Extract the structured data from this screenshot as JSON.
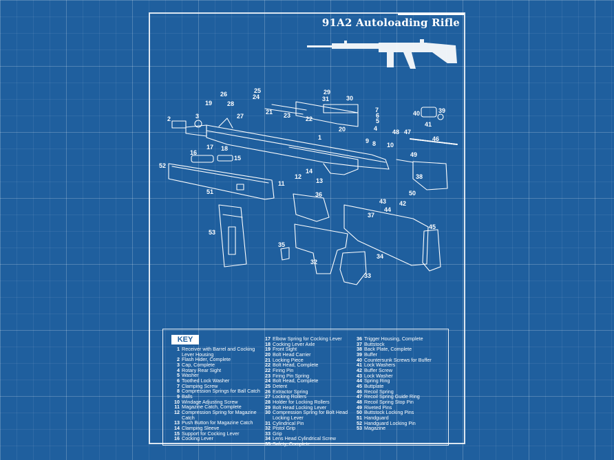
{
  "title": "91A2 Autoloading Rifle",
  "key_heading": "KEY",
  "part_labels": [
    "1",
    "2",
    "3",
    "4",
    "5",
    "6",
    "7",
    "8",
    "9",
    "10",
    "11",
    "12",
    "13",
    "14",
    "15",
    "16",
    "17",
    "18",
    "19",
    "20",
    "21",
    "22",
    "23",
    "24",
    "25",
    "26",
    "27",
    "28",
    "29",
    "30",
    "31",
    "32",
    "33",
    "34",
    "35",
    "36",
    "37",
    "38",
    "39",
    "40",
    "41",
    "42",
    "43",
    "44",
    "45",
    "46",
    "47",
    "48",
    "49",
    "50",
    "51",
    "52",
    "53"
  ],
  "key_columns": [
    [
      {
        "n": "1",
        "t": "Receiver with Barrel and Cocking Lever Housing"
      },
      {
        "n": "2",
        "t": "Flash Hider, Complete"
      },
      {
        "n": "3",
        "t": "Cap, Complete"
      },
      {
        "n": "4",
        "t": "Rotary Rear Sight"
      },
      {
        "n": "5",
        "t": "Washer"
      },
      {
        "n": "6",
        "t": "Toothed Lock Washer"
      },
      {
        "n": "7",
        "t": "Clamping Screw"
      },
      {
        "n": "8",
        "t": "Compression Springs for Ball Catch"
      },
      {
        "n": "9",
        "t": "Balls"
      },
      {
        "n": "10",
        "t": "Windage Adjusting Screw"
      },
      {
        "n": "11",
        "t": "Magazine Catch, Complete"
      },
      {
        "n": "12",
        "t": "Compression Spring for Magazine Catch"
      },
      {
        "n": "13",
        "t": "Push Button for Magazine Catch"
      },
      {
        "n": "14",
        "t": "Clamping Sleeve"
      },
      {
        "n": "15",
        "t": "Support for Cocking Lever"
      },
      {
        "n": "16",
        "t": "Cocking Lever"
      }
    ],
    [
      {
        "n": "17",
        "t": "Elbow Spring for Cocking Lever"
      },
      {
        "n": "18",
        "t": "Cocking Lever Axle"
      },
      {
        "n": "19",
        "t": "Front Sight"
      },
      {
        "n": "20",
        "t": "Bolt Head Carrier"
      },
      {
        "n": "21",
        "t": "Locking Piece"
      },
      {
        "n": "22",
        "t": "Bolt Head, Complete"
      },
      {
        "n": "22",
        "t": "Firing Pin"
      },
      {
        "n": "23",
        "t": "Firing Pin Spring"
      },
      {
        "n": "24",
        "t": "Bolt Head, Complete"
      },
      {
        "n": "25",
        "t": "Detent"
      },
      {
        "n": "26",
        "t": "Extractor Spring"
      },
      {
        "n": "27",
        "t": "Locking Rollers"
      },
      {
        "n": "28",
        "t": "Holder for Locking Rollers"
      },
      {
        "n": "29",
        "t": "Bolt Head Locking Lever"
      },
      {
        "n": "30",
        "t": "Compression Spring for Bolt Head Locking Lever"
      },
      {
        "n": "31",
        "t": "Cylindrical Pin"
      },
      {
        "n": "32",
        "t": "Pistol Grip"
      },
      {
        "n": "33",
        "t": "Grip"
      },
      {
        "n": "34",
        "t": "Lens Head Cylindrical Screw"
      },
      {
        "n": "35",
        "t": "Safety, Complete"
      }
    ],
    [
      {
        "n": "36",
        "t": "Trigger Housing, Complete"
      },
      {
        "n": "37",
        "t": "Buttstock"
      },
      {
        "n": "38",
        "t": "Back Plate, Complete"
      },
      {
        "n": "39",
        "t": "Buffer"
      },
      {
        "n": "40",
        "t": "Countersunk Screws for Buffer"
      },
      {
        "n": "41",
        "t": "Lock Washers"
      },
      {
        "n": "42",
        "t": "Buffer Screw"
      },
      {
        "n": "43",
        "t": "Lock Washer"
      },
      {
        "n": "44",
        "t": "Spring Ring"
      },
      {
        "n": "45",
        "t": "Buttplate"
      },
      {
        "n": "46",
        "t": "Recoil Spring"
      },
      {
        "n": "47",
        "t": "Recoil Spring Guide Ring"
      },
      {
        "n": "48",
        "t": "Recoil Spring Stop Pin"
      },
      {
        "n": "49",
        "t": "Riveted Pins"
      },
      {
        "n": "50",
        "t": "Buttstock Locking Pins"
      },
      {
        "n": "51",
        "t": "Handguard"
      },
      {
        "n": "52",
        "t": "Handguard Locking Pin"
      },
      {
        "n": "53",
        "t": "Magazine"
      }
    ]
  ],
  "colors": {
    "blueprint": "#1f5f9e",
    "line": "#ffffff"
  }
}
